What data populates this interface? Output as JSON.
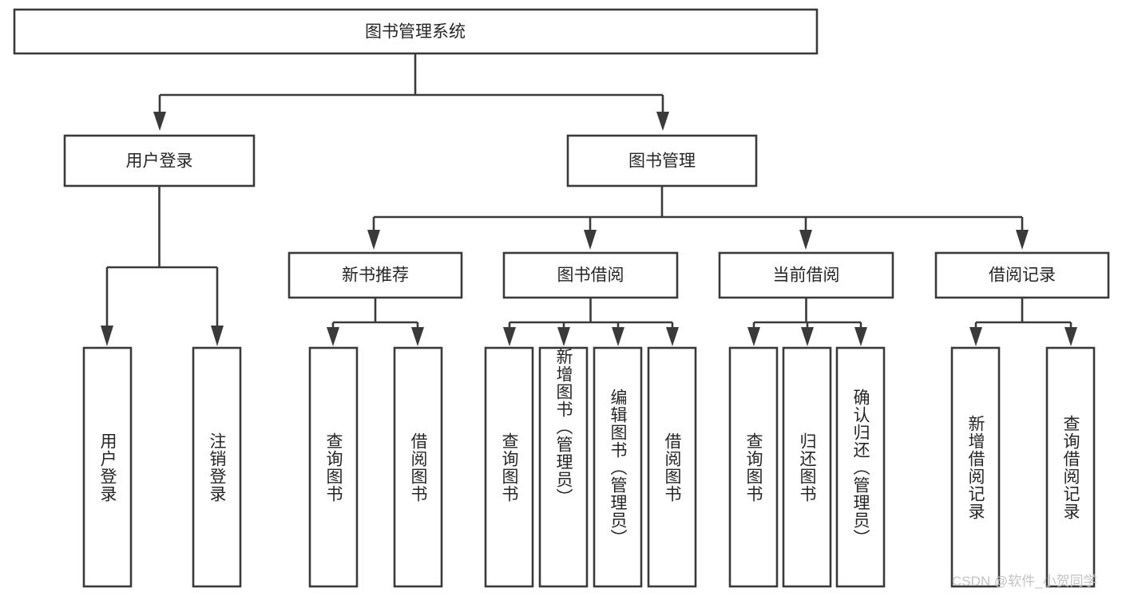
{
  "diagram": {
    "title": "图书管理系统",
    "type": "hierarchy-tree",
    "root": {
      "label": "图书管理系统"
    },
    "level2": [
      {
        "label": "用户登录"
      },
      {
        "label": "图书管理"
      }
    ],
    "level3": [
      {
        "label": "新书推荐"
      },
      {
        "label": "图书借阅"
      },
      {
        "label": "当前借阅"
      },
      {
        "label": "借阅记录"
      }
    ],
    "leaves": {
      "user_login": [
        {
          "label": "用户登录"
        },
        {
          "label": "注销登录"
        }
      ],
      "new_book_recommend": [
        {
          "label": "查询图书"
        },
        {
          "label": "借阅图书"
        }
      ],
      "book_borrow": [
        {
          "label": "查询图书"
        },
        {
          "label": "新增图书（管理员）"
        },
        {
          "label": "编辑图书（管理员）"
        },
        {
          "label": "借阅图书"
        }
      ],
      "current_borrow": [
        {
          "label": "查询图书"
        },
        {
          "label": "归还图书"
        },
        {
          "label": "确认归还（管理员）"
        }
      ],
      "borrow_records": [
        {
          "label": "新增借阅记录"
        },
        {
          "label": "查询借阅记录"
        }
      ]
    }
  },
  "watermark": {
    "text": "CSDN @软件_小贺同学"
  },
  "colors": {
    "stroke": "#3a3a3a",
    "text": "#262626",
    "background": "#ffffff",
    "watermark": "#c3c3c3"
  }
}
